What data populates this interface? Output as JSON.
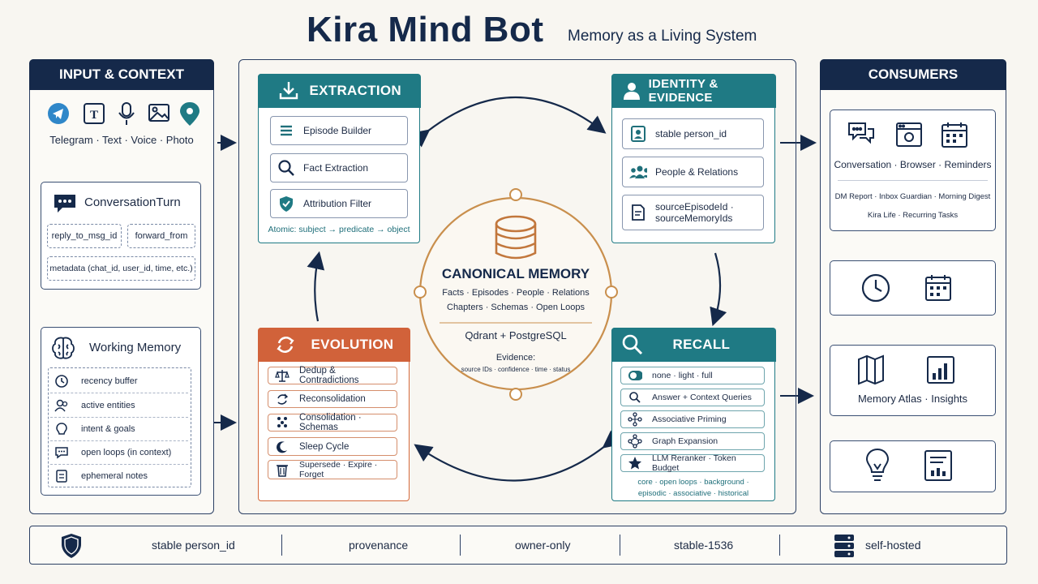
{
  "header": {
    "title": "Kira Mind Bot",
    "subtitle": "Memory as a Living System"
  },
  "input_panel": {
    "title": "INPUT & CONTEXT",
    "channels": [
      "Telegram",
      "Text",
      "Voice",
      "Photo"
    ],
    "channels_line": "Telegram · Text · Voice · Photo",
    "conversation_turn": {
      "title": "ConversationTurn",
      "fields": [
        "reply_to_msg_id",
        "forward_from",
        "metadata (chat_id, user_id, time, etc.)"
      ]
    },
    "working_memory": {
      "title": "Working Memory",
      "items": [
        "recency buffer",
        "active entities",
        "intent & goals",
        "open loops (in context)",
        "ephemeral notes"
      ]
    }
  },
  "extraction": {
    "title": "EXTRACTION",
    "items": [
      "Episode Builder",
      "Fact Extraction",
      "Attribution Filter"
    ],
    "footer": "Atomic: subject → predicate → object"
  },
  "identity": {
    "title": "IDENTITY & EVIDENCE",
    "items": [
      "stable person_id",
      "People & Relations",
      "sourceEpisodeId ·",
      "sourceMemoryIds"
    ]
  },
  "canonical": {
    "title": "CANONICAL MEMORY",
    "line1": "Facts · Episodes · People · Relations",
    "line2": "Chapters · Schemas · Open Loops",
    "stores": "Qdrant + PostgreSQL",
    "evidence_label": "Evidence:",
    "evidence_fields": "source IDs · confidence · time · status"
  },
  "evolution": {
    "title": "EVOLUTION",
    "items": [
      "Dedup & Contradictions",
      "Reconsolidation",
      "Consolidation · Schemas",
      "Sleep Cycle",
      "Supersede · Expire · Forget"
    ]
  },
  "recall": {
    "title": "RECALL",
    "items": [
      "none · light · full",
      "Answer + Context Queries",
      "Associative Priming",
      "Graph Expansion",
      "LLM Reranker · Token Budget"
    ],
    "footer1": "core · open loops · background ·",
    "footer2": "episodic · associative · historical"
  },
  "consumers": {
    "title": "CONSUMERS",
    "top_line": "Conversation · Browser · Reminders",
    "line2": "DM Report · Inbox Guardian · Morning Digest",
    "line3": "Kira Life · Recurring Tasks",
    "atlas_line": "Memory Atlas · Insights"
  },
  "bottom_bar": {
    "items": [
      "stable person_id",
      "provenance",
      "owner-only",
      "stable-1536",
      "self-hosted"
    ]
  },
  "colors": {
    "navy": "#15294a",
    "teal": "#1f7a84",
    "orange": "#d1623a",
    "gold": "#c98f4d",
    "background": "#f8f6f1"
  }
}
